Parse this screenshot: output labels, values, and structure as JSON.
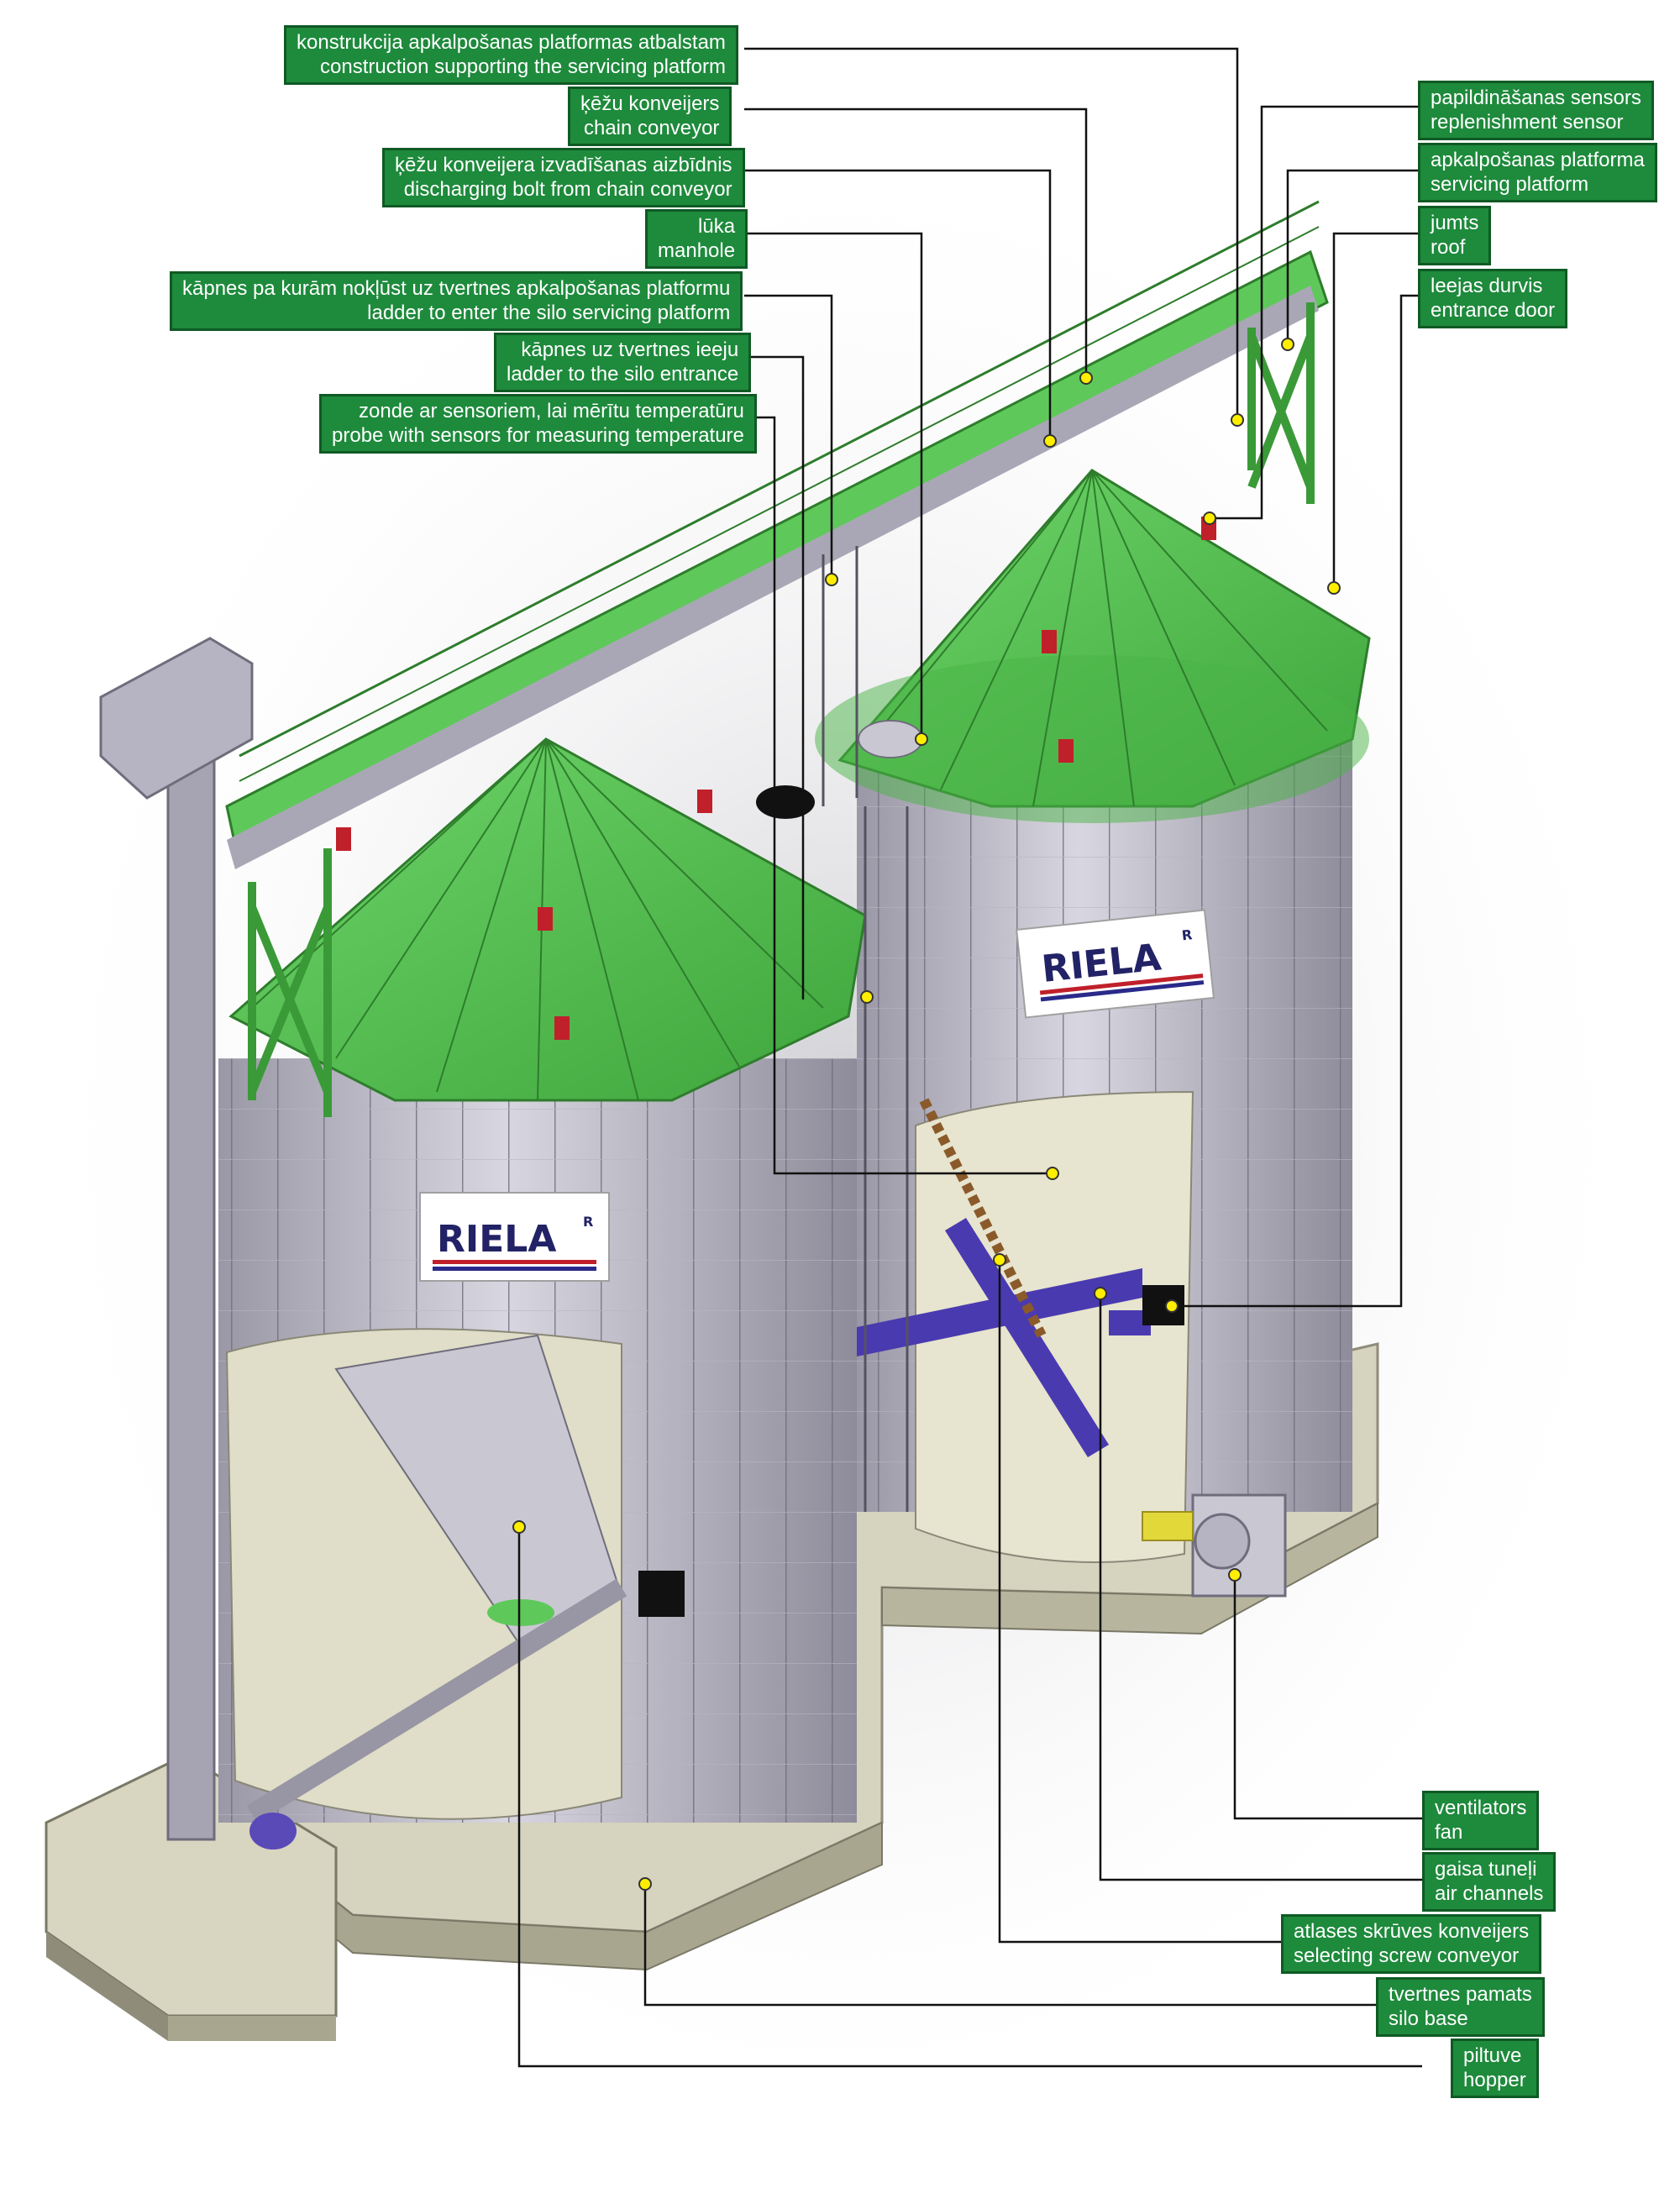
{
  "brand": {
    "logo_text": "RIELA",
    "registered_mark": "R",
    "colors": {
      "green": "#5ec95a",
      "label_green": "#1e8a3c",
      "stripe_red": "#c0202a",
      "stripe_blue": "#2a2a8a"
    }
  },
  "callouts_left": [
    {
      "lv": "konstrukcija apkalpošanas platformas atbalstam",
      "en": "construction supporting the servicing platform"
    },
    {
      "lv": "ķēžu konveijers",
      "en": "chain conveyor"
    },
    {
      "lv": "ķēžu konveijera izvadīšanas aizbīdnis",
      "en": "discharging bolt from chain conveyor"
    },
    {
      "lv": "lūka",
      "en": "manhole"
    },
    {
      "lv": "kāpnes pa kurām nokļūst uz tvertnes apkalpošanas platformu",
      "en": "ladder to enter the silo servicing platform"
    },
    {
      "lv": "kāpnes uz tvertnes ieeju",
      "en": "ladder to the silo entrance"
    },
    {
      "lv": "zonde ar sensoriem, lai mērītu temperatūru",
      "en": "probe with sensors for measuring temperature"
    }
  ],
  "callouts_right_top": [
    {
      "lv": "papildināšanas sensors",
      "en": "replenishment sensor"
    },
    {
      "lv": "apkalpošanas platforma",
      "en": "servicing platform"
    },
    {
      "lv": "jumts",
      "en": "roof"
    },
    {
      "lv": "leejas durvis",
      "en": "entrance door"
    }
  ],
  "callouts_right_bottom": [
    {
      "lv": "ventilators",
      "en": "fan"
    },
    {
      "lv": "gaisa tuneļi",
      "en": "air channels"
    },
    {
      "lv": "atlases skrūves konveijers",
      "en": "selecting screw conveyor"
    },
    {
      "lv": "tvertnes pamats",
      "en": "silo base"
    },
    {
      "lv": "piltuve",
      "en": "hopper"
    }
  ]
}
